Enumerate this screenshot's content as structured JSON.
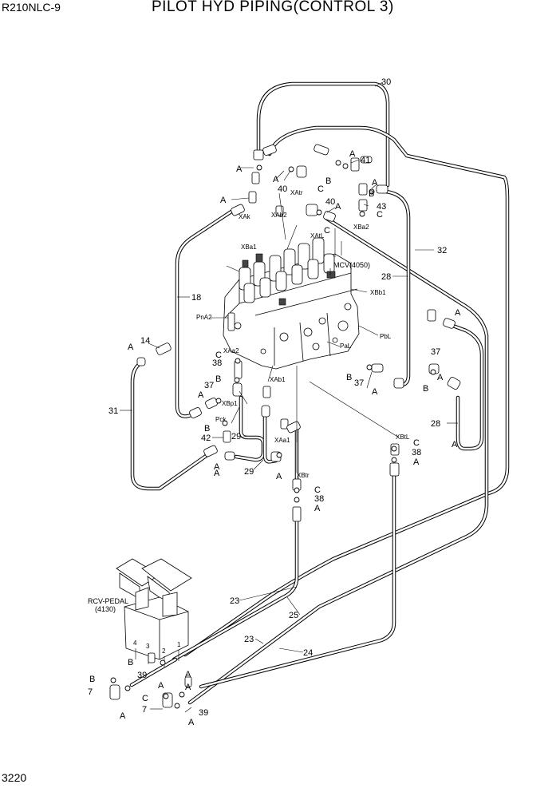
{
  "header": {
    "model": "R210NLC-9",
    "title": "PILOT HYD PIPING(CONTROL 3)"
  },
  "footer": {
    "page_number": "3220"
  },
  "components": {
    "mcv": "MCV(4050)",
    "rcv_pedal": "RCV-PEDAL",
    "rcv_pedal_code": "(4130)"
  },
  "ports": {
    "pna2": "PnA2",
    "xak": "XAk",
    "xab2": "XAb2",
    "xba1": "XBa1",
    "xatr": "XAtr",
    "xatl": "XAtL",
    "xba2": "XBa2",
    "xbb1": "XBb1",
    "pbl": "PbL",
    "pal": "PaL",
    "xaa2": "XAa2",
    "xbp1": "XBp1",
    "xab1": "XAb1",
    "pck": "Pck",
    "xaa1": "XAa1",
    "xbtr": "XBtr",
    "xbtl": "XBtL"
  },
  "pedal_ports": {
    "p1": "1",
    "p2": "2",
    "p3": "3",
    "p4": "4"
  },
  "callouts": {
    "n30": "30",
    "n41": "41",
    "n40a": "40",
    "n40b": "40",
    "n43": "43",
    "n32": "32",
    "n28a": "28",
    "n28b": "28",
    "n18": "18",
    "n14": "14",
    "n37a": "37",
    "n37b": "37",
    "n37c": "37",
    "n38a": "38",
    "n38b": "38",
    "n38c": "38",
    "n31": "31",
    "n42": "42",
    "n29a": "29",
    "n29b": "29",
    "n23a": "23",
    "n23b": "23",
    "n25": "25",
    "n24": "24",
    "n39a": "39",
    "n39b": "39",
    "n7a": "7",
    "n7b": "7"
  },
  "letters": {
    "a1": "A",
    "a2": "A",
    "a3": "A",
    "a4": "A",
    "a5": "A",
    "a6": "A",
    "a7": "A",
    "a8": "A",
    "a9": "A",
    "a10": "A",
    "a11": "A",
    "a12": "A",
    "a13": "A",
    "a14": "A",
    "a15": "A",
    "a16": "A",
    "a17": "A",
    "a18": "A",
    "a19": "A",
    "a20": "A",
    "a21": "A",
    "a22": "A",
    "b1": "B",
    "b2": "B",
    "b3": "B",
    "b4": "B",
    "b5": "B",
    "b6": "B",
    "b7": "B",
    "b8": "B",
    "c1": "C",
    "c2": "C",
    "c3": "C",
    "c4": "C",
    "c5": "C",
    "c6": "C",
    "c7": "C"
  }
}
